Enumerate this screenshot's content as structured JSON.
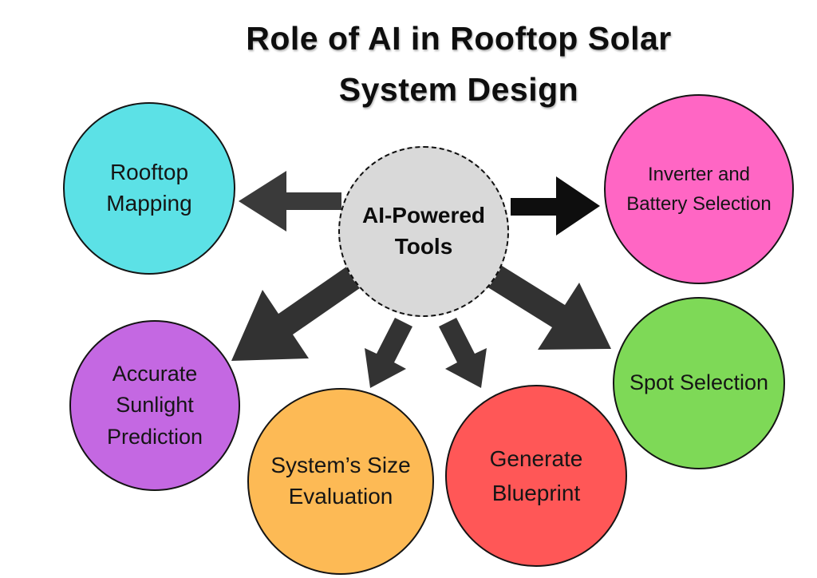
{
  "title": {
    "line1": "Role of AI in Rooftop Solar",
    "line2": "System Design"
  },
  "center": {
    "label": "AI-Powered Tools",
    "line1": "AI-Powered",
    "line2": "Tools",
    "fill": "#d9d9d9"
  },
  "nodes": [
    {
      "id": "rooftop-mapping",
      "lines": [
        "Rooftop",
        "Mapping"
      ],
      "fill": "#5ce1e6"
    },
    {
      "id": "inverter-and-battery-selection",
      "lines": [
        "Inverter and",
        "Battery Selection"
      ],
      "fill": "#ff66c4"
    },
    {
      "id": "accurate-sunlight-prediction",
      "lines": [
        "Accurate",
        "Sunlight",
        "Prediction"
      ],
      "fill": "#c468e2"
    },
    {
      "id": "systems-size-evaluation",
      "lines": [
        "System’s Size",
        "Evaluation"
      ],
      "fill": "#fdba55"
    },
    {
      "id": "generate-blueprint",
      "lines": [
        "Generate",
        "Blueprint"
      ],
      "fill": "#ff5757"
    },
    {
      "id": "spot-selection",
      "lines": [
        "Spot Selection"
      ],
      "fill": "#7ed957"
    }
  ],
  "arrows": {
    "left": "#3a3a3a",
    "right": "#0e0e0e",
    "big_down_left": "#323232",
    "small_down_left": "#333333",
    "small_down_right": "#333333",
    "big_down_right": "#323232"
  }
}
